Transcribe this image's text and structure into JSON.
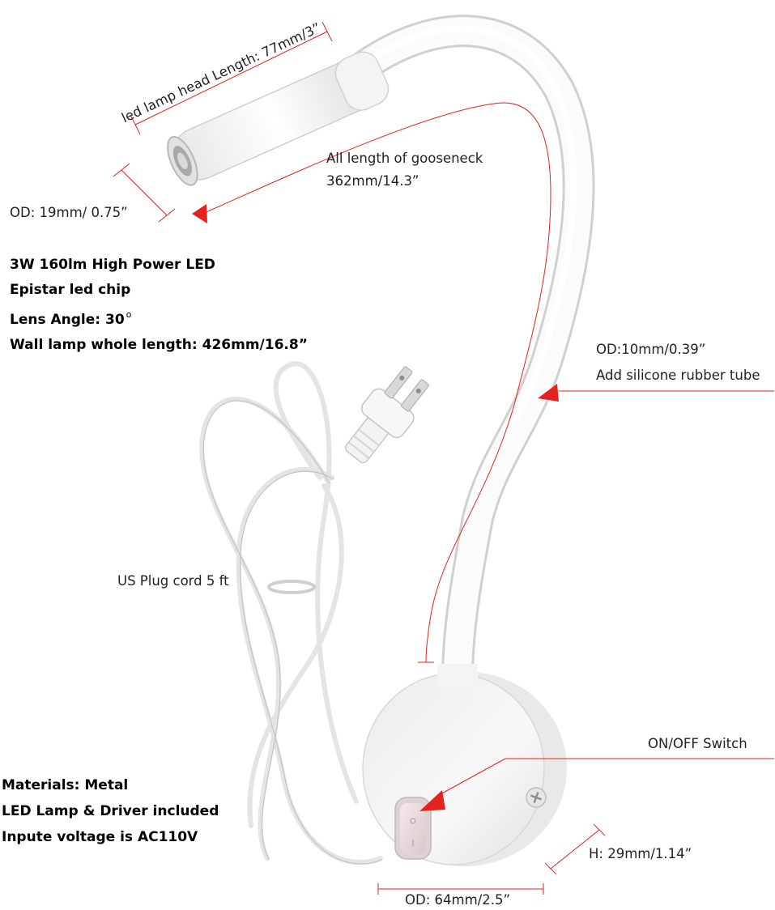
{
  "labels": {
    "head_length": "led lamp head Length: 77mm/3”",
    "gooseneck_line1": "All length of gooseneck",
    "gooseneck_line2": "362mm/14.3”",
    "head_od": "OD: 19mm/ 0.75”",
    "tube_od": "OD:10mm/0.39”",
    "tube_note": "Add silicone rubber tube",
    "cord": "US Plug cord  5 ft",
    "switch": "ON/OFF Switch",
    "height": "H: 29mm/1.14”",
    "base_od": "OD: 64mm/2.5”"
  },
  "specs_top": [
    "3W 160lm High Power LED",
    "Epistar led chip",
    "Lens Angle: 30",
    "Wall lamp whole length: 426mm/16.8”"
  ],
  "specs_top_degree": "o",
  "specs_bottom": [
    "Materials: Metal",
    "LED Lamp & Driver included",
    "Inpute voltage is AC110V"
  ],
  "colors": {
    "annotation": "#e3231f",
    "product": "#f2f2f2",
    "outline": "#d4d4d4"
  }
}
